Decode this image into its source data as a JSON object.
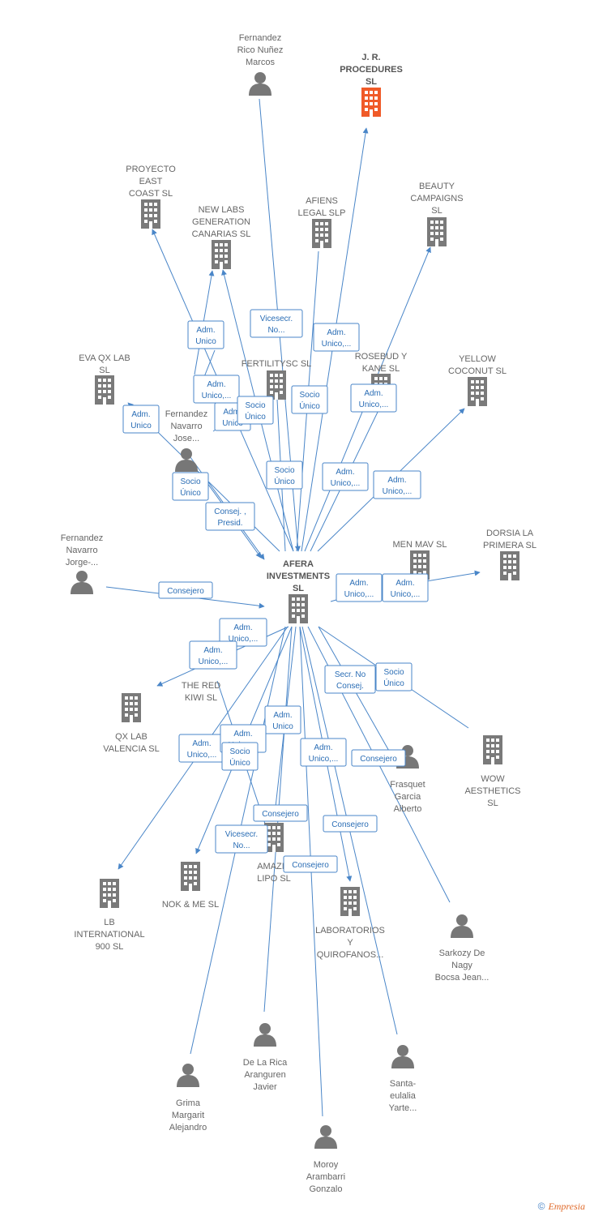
{
  "colors": {
    "edge": "#4a86c8",
    "company": "#7a7a7a",
    "highlight": "#f05a28",
    "person": "#777777"
  },
  "nodes": [
    {
      "id": "center",
      "type": "company",
      "lines": [
        "AFERA",
        "INVESTMENTS",
        "SL"
      ],
      "cls": "center"
    },
    {
      "id": "jr",
      "type": "company-highlight",
      "lines": [
        "J. R.",
        "PROCEDURES",
        "SL"
      ],
      "cls": "bold"
    },
    {
      "id": "fernandez_rico",
      "type": "person",
      "lines": [
        "Fernandez",
        "Rico Nuñez",
        "Marcos"
      ]
    },
    {
      "id": "proyecto",
      "type": "company",
      "lines": [
        "PROYECTO",
        "EAST",
        "COAST SL"
      ]
    },
    {
      "id": "newlabs",
      "type": "company",
      "lines": [
        "NEW LABS",
        "GENERATION",
        "CANARIAS  SL"
      ]
    },
    {
      "id": "afiens",
      "type": "company",
      "lines": [
        "AFIENS",
        "LEGAL  SLP"
      ]
    },
    {
      "id": "beauty",
      "type": "company",
      "lines": [
        "BEAUTY",
        "CAMPAIGNS",
        "SL"
      ]
    },
    {
      "id": "evaqx",
      "type": "company",
      "lines": [
        "EVA QX LAB",
        "SL"
      ]
    },
    {
      "id": "fertilitysc",
      "type": "company",
      "lines": [
        "FERTILITYSC SL"
      ]
    },
    {
      "id": "rosebud",
      "type": "company",
      "lines": [
        "ROSEBUD Y",
        "KANE  SL"
      ]
    },
    {
      "id": "yellow",
      "type": "company",
      "lines": [
        "YELLOW",
        "COCONUT  SL"
      ]
    },
    {
      "id": "fernandez_jose",
      "type": "person",
      "lines": [
        "Fernandez",
        "Navarro",
        "Jose..."
      ]
    },
    {
      "id": "fernandez_jorge",
      "type": "person",
      "lines": [
        "Fernandez",
        "Navarro",
        "Jorge-..."
      ]
    },
    {
      "id": "menmav",
      "type": "company",
      "lines": [
        "MEN MAV  SL"
      ]
    },
    {
      "id": "dorsia",
      "type": "company",
      "lines": [
        "DORSIA LA",
        "PRIMERA SL"
      ]
    },
    {
      "id": "redkiwi",
      "type": "company",
      "lines": [
        "THE RED",
        "KIWI  SL"
      ]
    },
    {
      "id": "qxvalencia",
      "type": "company",
      "lines": [
        "QX LAB",
        "VALENCIA  SL"
      ]
    },
    {
      "id": "frasquet",
      "type": "person",
      "lines": [
        "Frasquet",
        "Garcia",
        "Alberto"
      ]
    },
    {
      "id": "wow",
      "type": "company",
      "lines": [
        "WOW",
        "AESTHETICS",
        "SL"
      ]
    },
    {
      "id": "amazin",
      "type": "company",
      "lines": [
        "AMAZIN",
        "LIPO  SL"
      ]
    },
    {
      "id": "nokme",
      "type": "company",
      "lines": [
        "NOK & ME SL"
      ]
    },
    {
      "id": "lbint",
      "type": "company",
      "lines": [
        "LB",
        "INTERNATIONAL",
        "900  SL"
      ]
    },
    {
      "id": "laboratorios",
      "type": "company",
      "lines": [
        "LABORATORIOS",
        "Y",
        "QUIROFANOS..."
      ]
    },
    {
      "id": "sarkozy",
      "type": "person",
      "lines": [
        "Sarkozy De",
        "Nagy",
        "Bocsa Jean..."
      ]
    },
    {
      "id": "delarica",
      "type": "person",
      "lines": [
        "De La Rica",
        "Aranguren",
        "Javier"
      ]
    },
    {
      "id": "santa",
      "type": "person",
      "lines": [
        "Santa-",
        "eulalia",
        "Yarte..."
      ]
    },
    {
      "id": "grima",
      "type": "person",
      "lines": [
        "Grima",
        "Margarit",
        "Alejandro"
      ]
    },
    {
      "id": "moroy",
      "type": "person",
      "lines": [
        "Moroy",
        "Arambarri",
        "Gonzalo"
      ]
    }
  ],
  "edge_labels": [
    {
      "id": "l1",
      "lines": [
        "Adm.",
        "Unico"
      ]
    },
    {
      "id": "l2",
      "lines": [
        "Vicesecr.",
        "No..."
      ]
    },
    {
      "id": "l3",
      "lines": [
        "Adm.",
        "Unico,..."
      ]
    },
    {
      "id": "l4",
      "lines": [
        "Adm.",
        "Unico,..."
      ]
    },
    {
      "id": "l5",
      "lines": [
        "Socio",
        "Único"
      ]
    },
    {
      "id": "l6",
      "lines": [
        "Adm.",
        "Unico,..."
      ]
    },
    {
      "id": "l7",
      "lines": [
        "Adm.",
        "Unico"
      ]
    },
    {
      "id": "l8",
      "lines": [
        "Adm.",
        "Unico"
      ]
    },
    {
      "id": "l9",
      "lines": [
        "Socio",
        "Único"
      ]
    },
    {
      "id": "l10",
      "lines": [
        "Socio",
        "Único"
      ]
    },
    {
      "id": "l11",
      "lines": [
        "Adm.",
        "Unico,..."
      ]
    },
    {
      "id": "l12",
      "lines": [
        "Adm.",
        "Unico,..."
      ]
    },
    {
      "id": "l13",
      "lines": [
        "Socio",
        "Único"
      ]
    },
    {
      "id": "l14",
      "lines": [
        "Consej. ,",
        "Presid."
      ]
    },
    {
      "id": "l15",
      "lines": [
        "Consejero"
      ]
    },
    {
      "id": "l16",
      "lines": [
        "Adm.",
        "Unico,..."
      ]
    },
    {
      "id": "l17",
      "lines": [
        "Adm.",
        "Unico,..."
      ]
    },
    {
      "id": "l18",
      "lines": [
        "Adm.",
        "Unico,..."
      ]
    },
    {
      "id": "l19",
      "lines": [
        "Adm.",
        "Unico,..."
      ]
    },
    {
      "id": "l20",
      "lines": [
        "Secr.  No",
        "Consej."
      ]
    },
    {
      "id": "l21",
      "lines": [
        "Socio",
        "Único"
      ]
    },
    {
      "id": "l22",
      "lines": [
        "Adm.",
        "Unico"
      ]
    },
    {
      "id": "l23",
      "lines": [
        "Adm.",
        "Unico,..."
      ]
    },
    {
      "id": "l24",
      "lines": [
        "Adm.",
        "Unico,..."
      ]
    },
    {
      "id": "l25",
      "lines": [
        "Socio",
        "Único"
      ]
    },
    {
      "id": "l26",
      "lines": [
        "Adm.",
        "Unico,..."
      ]
    },
    {
      "id": "l27",
      "lines": [
        "Consejero"
      ]
    },
    {
      "id": "l28",
      "lines": [
        "Consejero"
      ]
    },
    {
      "id": "l29",
      "lines": [
        "Vicesecr.",
        "No..."
      ]
    },
    {
      "id": "l30",
      "lines": [
        "Consejero"
      ]
    },
    {
      "id": "l31",
      "lines": [
        "Consejero"
      ]
    }
  ],
  "footer": {
    "copyright": "©",
    "brand": "Empresia"
  }
}
